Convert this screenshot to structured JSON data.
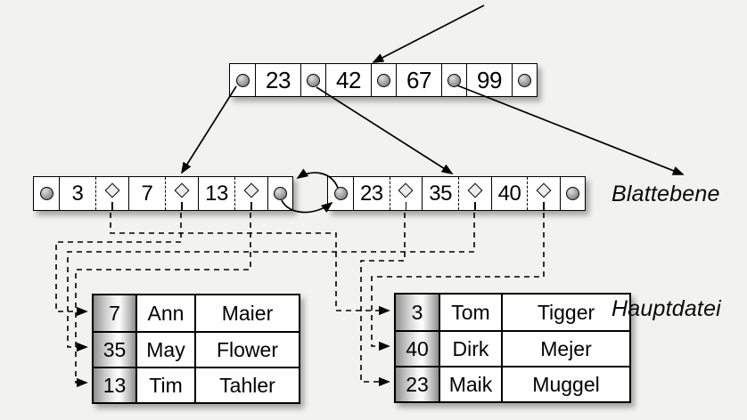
{
  "colors": {
    "background": "#f2f2f1",
    "line": "#000000",
    "box_fill": "#ffffff"
  },
  "labels": {
    "leaf_level": "Blattebene",
    "main_file": "Hauptdatei"
  },
  "tree": {
    "root": {
      "keys": [
        "23",
        "42",
        "67",
        "99"
      ]
    },
    "leaves": [
      {
        "keys": [
          "3",
          "7",
          "13"
        ]
      },
      {
        "keys": [
          "23",
          "35",
          "40"
        ]
      }
    ]
  },
  "tables": {
    "left": {
      "rows": [
        [
          "7",
          "Ann",
          "Maier"
        ],
        [
          "35",
          "May",
          "Flower"
        ],
        [
          "13",
          "Tim",
          "Tahler"
        ]
      ]
    },
    "right": {
      "rows": [
        [
          "3",
          "Tom",
          "Tigger"
        ],
        [
          "40",
          "Dirk",
          "Mejer"
        ],
        [
          "23",
          "Maik",
          "Muggel"
        ]
      ]
    }
  }
}
